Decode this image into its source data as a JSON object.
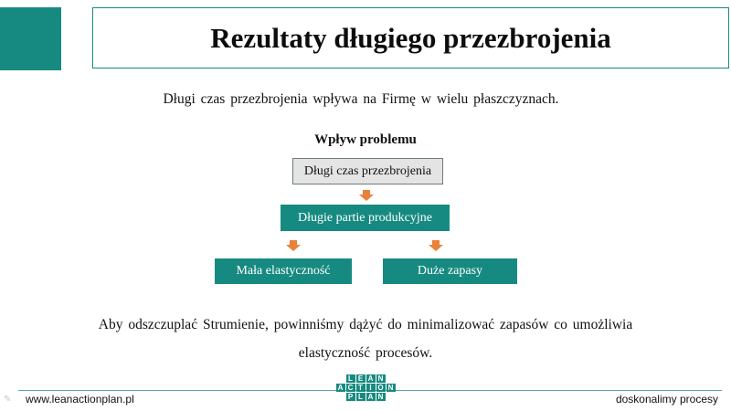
{
  "slide": {
    "title": "Rezultaty długiego przezbrojenia",
    "intro": "Długi czas przezbrojenia wpływa na Firmę w wielu płaszczyznach.",
    "diagram": {
      "title": "Wpływ problemu",
      "root": "Długi czas przezbrojenia",
      "middle": "Długie partie produkcyjne",
      "left": "Mała elastyczność",
      "right": "Duże zapasy"
    },
    "conclusion_line1": "Aby odszczuplać Strumienie, powinniśmy dążyć do minimalizować zapasów co umożliwia",
    "conclusion_line2": "elastyczność procesów."
  },
  "footer": {
    "website": "www.leanactionplan.pl",
    "slogan": "doskonalimy procesy",
    "mark": "✎",
    "logo_rows": [
      [
        " ",
        "L",
        "E",
        "A",
        "N",
        " "
      ],
      [
        "A",
        "C",
        "T",
        "I",
        "O",
        "N"
      ],
      [
        " ",
        "P",
        "L",
        "A",
        "N",
        " "
      ]
    ]
  },
  "colors": {
    "accent": "#168a80",
    "root_fill": "#e4e4e4",
    "arrow": "#e8823a"
  },
  "icons": {
    "arrow": "down-arrow-icon"
  }
}
